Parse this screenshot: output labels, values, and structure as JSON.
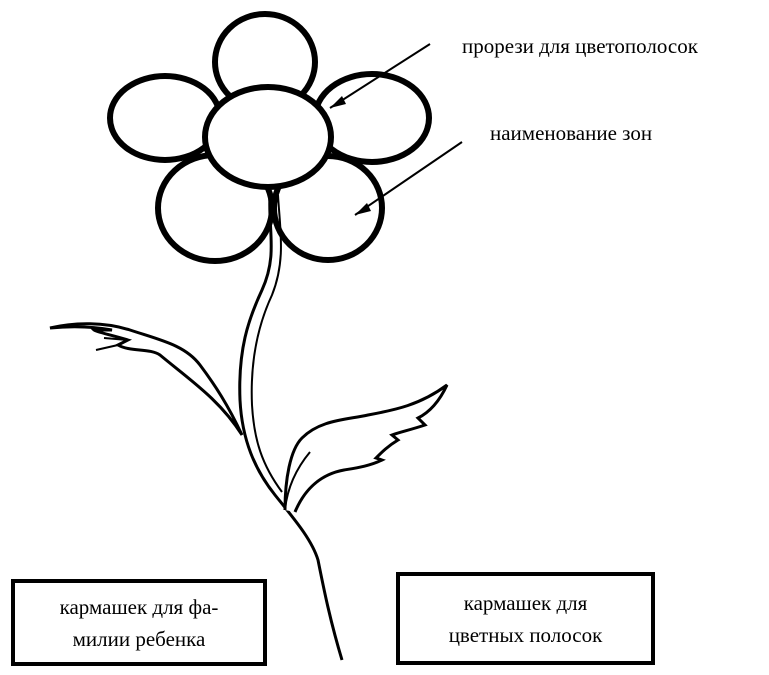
{
  "labels": {
    "slits": "прорези для цветополосок",
    "zones": "наименование зон"
  },
  "pockets": {
    "surname": {
      "line1": "кармашек для фа-",
      "line2": "милии ребенка"
    },
    "strips": {
      "line1": "кармашек для",
      "line2": "цветных полосок"
    }
  },
  "colors": {
    "stroke": "#000000",
    "background": "#ffffff"
  }
}
